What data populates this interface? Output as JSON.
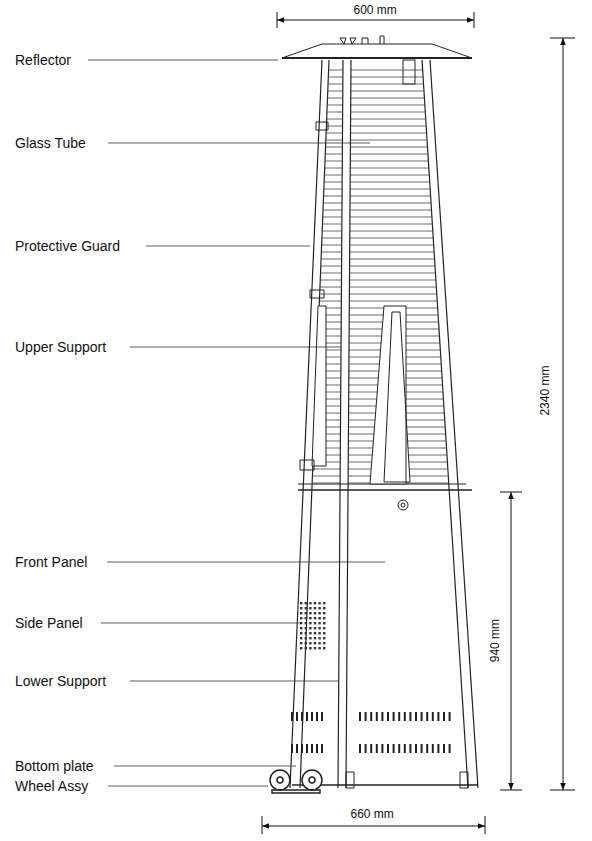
{
  "diagram": {
    "labels": [
      "Reflector",
      "Glass Tube",
      "Protective Guard",
      "Upper Support",
      "Front Panel",
      "Side Panel",
      "Lower Support",
      "Bottom plate",
      "Wheel Assy",
      "600 mm",
      "2340 mm",
      "940 mm",
      "660 mm"
    ]
  }
}
